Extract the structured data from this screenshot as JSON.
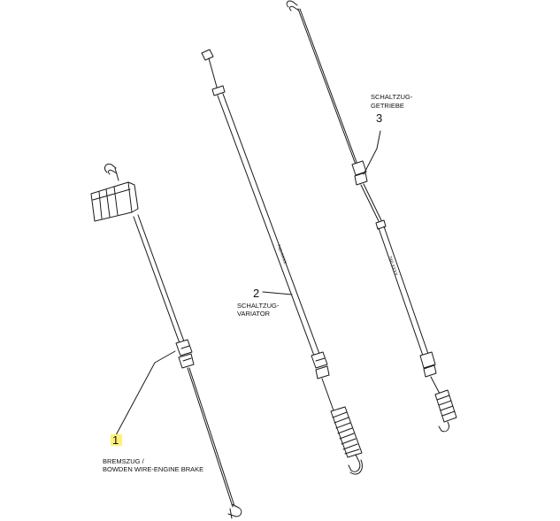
{
  "parts": [
    {
      "number": "1",
      "label_lines": [
        "BREMSZUG /",
        "BOWDEN WIRE-ENGINE BRAKE"
      ],
      "highlight_color": "#fff176"
    },
    {
      "number": "2",
      "label_lines": [
        "SCHALTZUG-",
        "VARIATOR"
      ]
    },
    {
      "number": "3",
      "label_lines": [
        "SCHALTZUG-",
        "GETRIEBE"
      ]
    }
  ],
  "cable_print": [
    "746-XXXX",
    "746-XXXX"
  ],
  "colors": {
    "line": "#1a1a1a",
    "background": "#ffffff",
    "highlight": "#fff176"
  }
}
